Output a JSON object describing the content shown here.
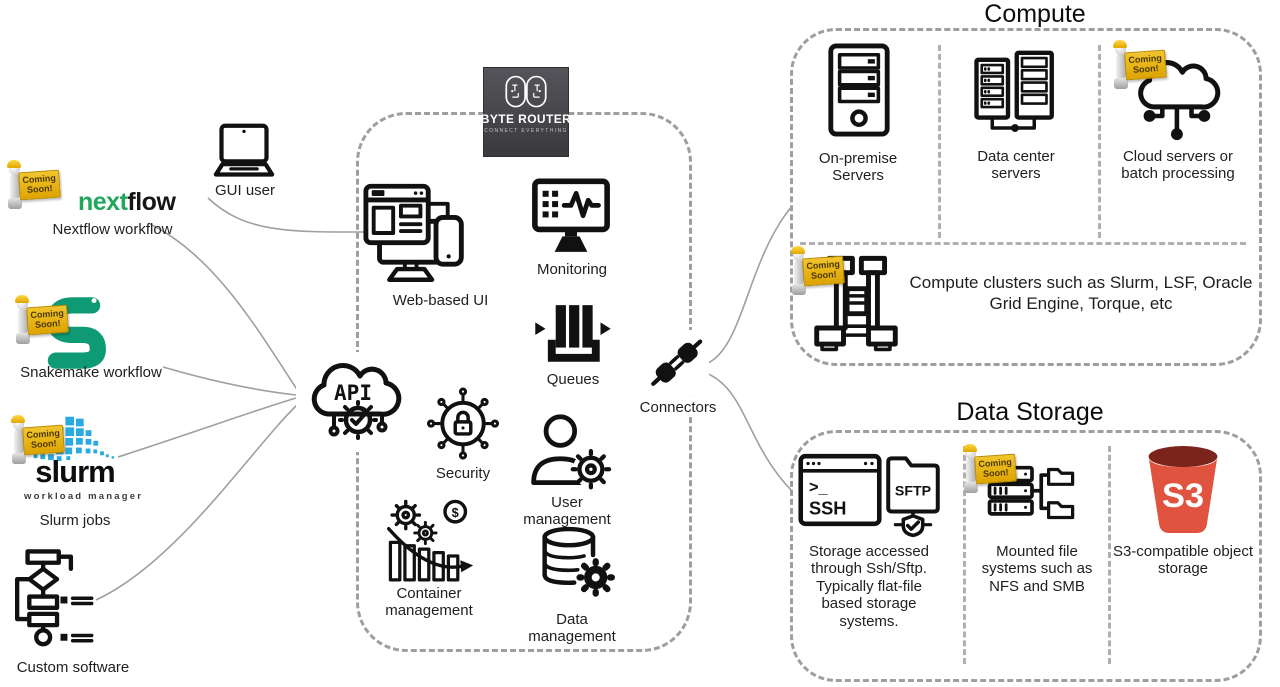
{
  "badge": {
    "text": "Coming Soon!"
  },
  "left": {
    "nextflow": {
      "logo_green": "next",
      "logo_dark": "flow",
      "label": "Nextflow workflow"
    },
    "snakemake": {
      "label": "Snakemake workflow"
    },
    "slurm": {
      "logo": "slurm",
      "logo_sub": "workload manager",
      "label": "Slurm jobs"
    },
    "custom": {
      "label": "Custom software"
    },
    "gui_user": {
      "label": "GUI user"
    }
  },
  "api": {
    "label": "API"
  },
  "router": {
    "logo": {
      "title": "BYTE ROUTER",
      "subtitle": "CONNECT EVERYTHING"
    },
    "web_ui": "Web-based UI",
    "monitoring": "Monitoring",
    "queues": "Queues",
    "security": "Security",
    "user_mgmt": "User management",
    "container_mgmt": "Container management",
    "data_mgmt": "Data management"
  },
  "connectors": {
    "label": "Connectors"
  },
  "compute": {
    "title": "Compute",
    "on_premise": "On-premise Servers",
    "data_center": "Data center servers",
    "cloud": "Cloud servers or batch processing",
    "clusters": "Compute clusters such as Slurm, LSF, Oracle Grid Engine, Torque, etc"
  },
  "storage": {
    "title": "Data Storage",
    "ssh_text": "Storage accessed through Ssh/Sftp. Typically flat-file based storage systems.",
    "mounted": "Mounted file systems such as NFS and SMB",
    "s3": "S3-compatible object storage"
  },
  "icon_text": {
    "prompt": ">_",
    "ssh": "SSH",
    "sftp": "SFTP",
    "s3": "S3",
    "dollar": "$"
  },
  "colors": {
    "slurm_blue": "#29aae1",
    "snakemake_green": "#0f9a76",
    "nextflow_green": "#21a65b",
    "s3_red": "#e0543f",
    "s3_rim": "#7b241c",
    "badge_yellow": "#e8b400",
    "dash_gray": "#9e9e9e",
    "logo_bg": "#454549"
  }
}
